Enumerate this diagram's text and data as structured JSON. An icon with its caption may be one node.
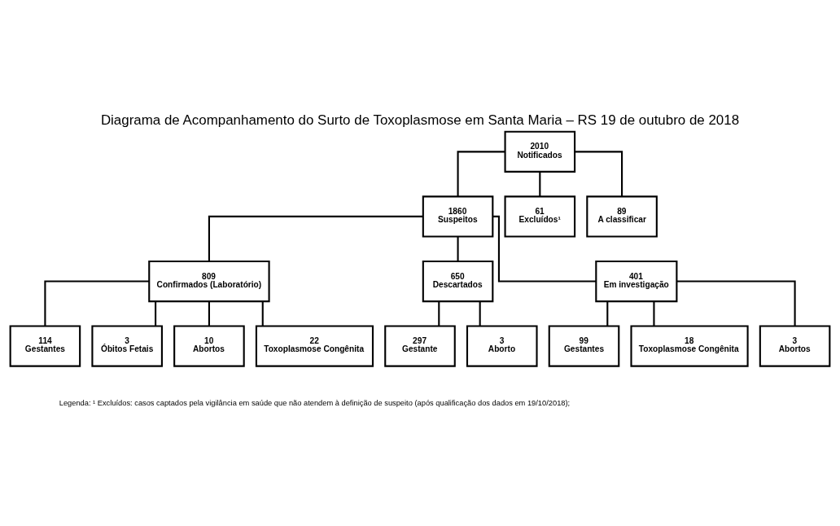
{
  "diagram": {
    "title": "Diagrama de Acompanhamento do Surto de Toxoplasmose em Santa Maria – RS 19 de outubro de 2018",
    "nodes": [
      {
        "text": [
          "2010",
          "Notificados"
        ]
      },
      {
        "text": [
          "1860",
          "Suspeitos"
        ]
      },
      {
        "text": [
          "61",
          "Excluídos¹"
        ]
      },
      {
        "text": [
          "89",
          "A classificar"
        ]
      },
      {
        "text": [
          "809",
          "Confirmados (Laboratório)"
        ]
      },
      {
        "text": [
          "650",
          "Descartados"
        ]
      },
      {
        "text": [
          "401",
          "Em investigação"
        ]
      },
      {
        "text": [
          "114",
          "Gestantes"
        ]
      },
      {
        "text": [
          "3",
          "Óbitos Fetais"
        ]
      },
      {
        "text": [
          "10",
          "Abortos"
        ]
      },
      {
        "text": [
          "22",
          "Toxoplasmose Congênita"
        ]
      },
      {
        "text": [
          "297",
          "Gestante"
        ]
      },
      {
        "text": [
          "3",
          "Aborto"
        ]
      },
      {
        "text": [
          "99",
          "Gestantes"
        ]
      },
      {
        "text": [
          "18",
          "Toxoplasmose Congênita"
        ]
      },
      {
        "text": [
          "3",
          "Abortos"
        ]
      }
    ],
    "edges": [
      {
        "from": 0,
        "to": 1,
        "arrow": "none"
      },
      {
        "from": 0,
        "to": 2,
        "arrow": "none"
      },
      {
        "from": 0,
        "to": 3,
        "arrow": "none"
      },
      {
        "from": 1,
        "to": 4,
        "arrow": "none"
      },
      {
        "from": 1,
        "to": 5,
        "arrow": "none"
      },
      {
        "from": 1,
        "to": 6,
        "arrow": "none"
      },
      {
        "from": 4,
        "to": 7,
        "arrow": "none"
      },
      {
        "from": 4,
        "to": 8,
        "arrow": "none"
      },
      {
        "from": 4,
        "to": 9,
        "arrow": "none"
      },
      {
        "from": 4,
        "to": 10,
        "arrow": "none"
      },
      {
        "from": 5,
        "to": 11,
        "arrow": "none"
      },
      {
        "from": 5,
        "to": 12,
        "arrow": "none"
      },
      {
        "from": 6,
        "to": 13,
        "arrow": "none"
      },
      {
        "from": 6,
        "to": 14,
        "arrow": "none"
      },
      {
        "from": 6,
        "to": 15,
        "arrow": "none"
      }
    ],
    "labels": [
      "Legenda: ¹ Excluídos: casos captados pela vigilância em saúde que não atendem à definição de suspeito (após qualificação dos dados em 19/10/2018);"
    ]
  }
}
